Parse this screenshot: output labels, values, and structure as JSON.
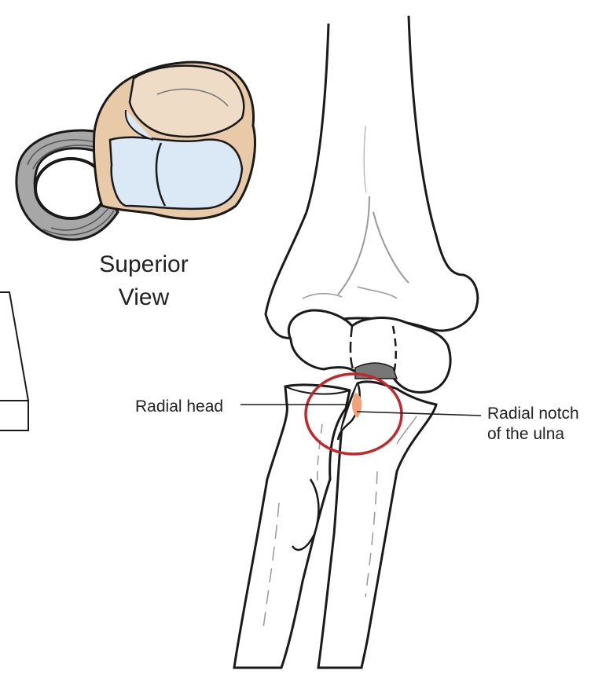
{
  "figure": {
    "inset_caption": {
      "line1": "Superior",
      "line2": "View"
    },
    "labels": {
      "radial_head": "Radial head",
      "radial_notch_line1": "Radial notch",
      "radial_notch_line2": "of the ulna"
    },
    "colors": {
      "outline": "#1a1a1a",
      "bone_fill": "#ffffff",
      "cartilage_fill": "#dbe9f6",
      "capsule_fill": "#e8caa8",
      "ligament_fill": "#9a9a9a",
      "notch_highlight": "#f2a27a",
      "highlight_circle": "#c0282d"
    }
  }
}
